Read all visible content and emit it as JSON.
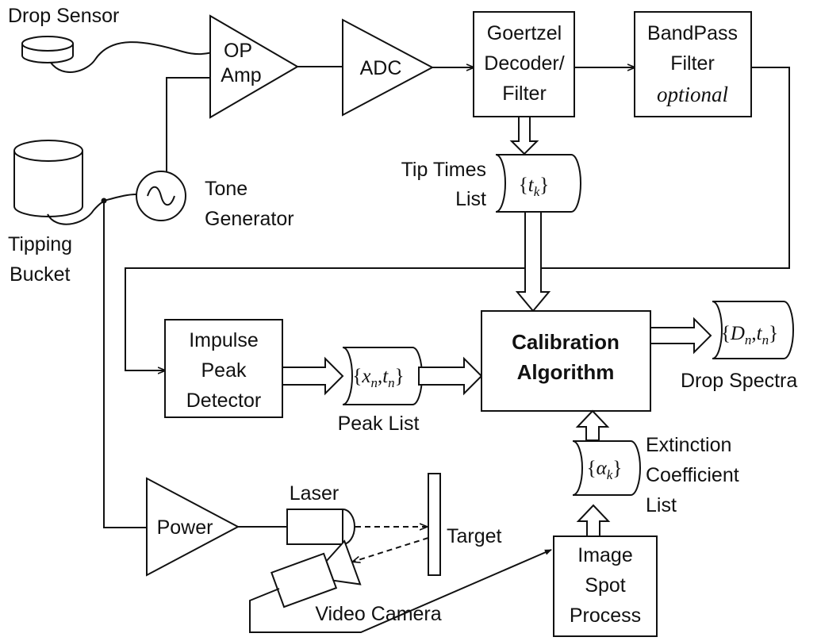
{
  "nodes": {
    "drop_sensor": "Drop Sensor",
    "op_amp_1": "OP",
    "op_amp_2": "Amp",
    "adc": "ADC",
    "goertzel_1": "Goertzel",
    "goertzel_2": "Decoder/",
    "goertzel_3": "Filter",
    "bandpass_1": "BandPass",
    "bandpass_2": "Filter",
    "bandpass_3": "optional",
    "tip_times_1": "Tip Times",
    "tip_times_2": "List",
    "tone_1": "Tone",
    "tone_2": "Generator",
    "tipping_1": "Tipping",
    "tipping_2": "Bucket",
    "impulse_1": "Impulse",
    "impulse_2": "Peak",
    "impulse_3": "Detector",
    "peak_list": "Peak List",
    "calibration_1": "Calibration",
    "calibration_2": "Algorithm",
    "drop_spectra": "Drop Spectra",
    "extinction_1": "Extinction",
    "extinction_2": "Coefficient",
    "extinction_3": "List",
    "power": "Power",
    "laser": "Laser",
    "target": "Target",
    "video_camera": "Video Camera",
    "image_1": "Image",
    "image_2": "Spot",
    "image_3": "Process"
  },
  "stores": {
    "tip_times": {
      "open": "{",
      "var": "t",
      "sub": "k",
      "close": "}"
    },
    "peak": {
      "open": "{",
      "var1": "x",
      "sub1": "n",
      "comma": ",",
      "var2": "t",
      "sub2": "n",
      "close": "}"
    },
    "drop": {
      "open": "{",
      "var1": "D",
      "sub1": "n",
      "comma": ",",
      "var2": "t",
      "sub2": "n",
      "close": "}"
    },
    "alpha": {
      "open": "{",
      "var": "α",
      "sub": "k",
      "close": "}"
    }
  }
}
